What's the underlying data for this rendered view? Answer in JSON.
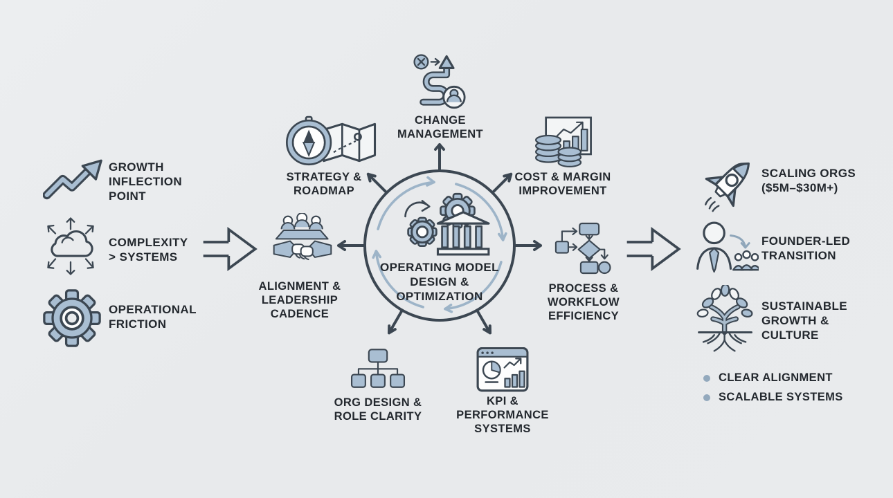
{
  "diagram_title": "Operating Model Design & Optimization cycle diagram",
  "palette": {
    "background": "#e9ebed",
    "outline_dark": "#3c4752",
    "fill_blue": "#a9bed2",
    "ring_light_blue": "#9db4c8",
    "bullet_dot": "#93a9bd",
    "text": "#23282e"
  },
  "left_panel": {
    "items": [
      {
        "icon": "growth-inflection-icon",
        "label": "GROWTH\nINFLECTION\nPOINT"
      },
      {
        "icon": "complexity-cloud-icon",
        "label": "COMPLEXITY\n> SYSTEMS"
      },
      {
        "icon": "operational-friction-gear-icon",
        "label": "OPERATIONAL\nFRICTION"
      }
    ]
  },
  "cycle": {
    "center_label": "OPERATING MODEL\nDESIGN &\nOPTIMIZATION",
    "center_icon": "gears-institution-icon",
    "nodes": [
      {
        "icon": "change-management-icon",
        "label": "CHANGE\nMANAGEMENT"
      },
      {
        "icon": "strategy-roadmap-icon",
        "label": "STRATEGY &\nROADMAP"
      },
      {
        "icon": "cost-margin-icon",
        "label": "COST & MARGIN\nIMPROVEMENT"
      },
      {
        "icon": "alignment-leadership-icon",
        "label": "ALIGNMENT &\nLEADERSHIP\nCADENCE"
      },
      {
        "icon": "process-workflow-icon",
        "label": "PROCESS &\nWORKFLOW\nEFFICIENCY"
      },
      {
        "icon": "org-design-icon",
        "label": "ORG DESIGN &\nROLE CLARITY"
      },
      {
        "icon": "kpi-performance-icon",
        "label": "KPI &\nPERFORMANCE\nSYSTEMS"
      }
    ]
  },
  "right_panel": {
    "items": [
      {
        "icon": "rocket-icon",
        "label": "SCALING ORGS\n($5M–$30M+)"
      },
      {
        "icon": "founder-transition-icon",
        "label": "FOUNDER-LED\nTRANSITION"
      },
      {
        "icon": "tree-roots-icon",
        "label": "SUSTAINABLE\nGROWTH &\nCULTURE"
      }
    ],
    "bullets": [
      "CLEAR ALIGNMENT",
      "SCALABLE SYSTEMS"
    ]
  }
}
